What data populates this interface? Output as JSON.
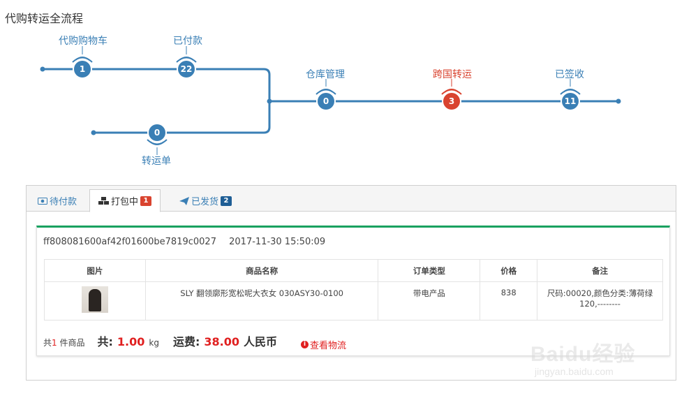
{
  "page": {
    "title": "代购转运全流程"
  },
  "flow": {
    "nodes": [
      {
        "label": "代购购物车",
        "count": "1",
        "color": "#3a7fb5"
      },
      {
        "label": "已付款",
        "count": "22",
        "color": "#3a7fb5"
      },
      {
        "label": "转运单",
        "count": "0",
        "color": "#3a7fb5"
      },
      {
        "label": "仓库管理",
        "count": "0",
        "color": "#3a7fb5"
      },
      {
        "label": "跨国转运",
        "count": "3",
        "color": "#d9432f"
      },
      {
        "label": "已签收",
        "count": "11",
        "color": "#3a7fb5"
      }
    ]
  },
  "tabs": [
    {
      "label": "待付款",
      "icon": "money-icon",
      "badge": ""
    },
    {
      "label": "打包中",
      "icon": "cubes-icon",
      "badge": "1"
    },
    {
      "label": "已发货",
      "icon": "paper-plane-icon",
      "badge": "2"
    }
  ],
  "order": {
    "id": "ff808081600af42f01600be7819c0027",
    "date": "2017-11-30 15:50:09",
    "columns": [
      "图片",
      "商品名称",
      "订单类型",
      "价格",
      "备注"
    ],
    "item": {
      "name": "SLY 翻领廓形宽松呢大衣女 030ASY30-0100",
      "type": "带电产品",
      "price": "838",
      "note": "尺码:00020,颜色分类:薄荷绿 120,--------"
    },
    "summary": {
      "prefix": "共",
      "count": "1",
      "suffix": "件商品",
      "weight_label": "共:",
      "weight_value": "1.00",
      "weight_unit": "kg",
      "fee_label": "运费:",
      "fee_value": "38.00",
      "fee_unit": "人民币",
      "logistics_link": "查看物流"
    }
  },
  "watermark": {
    "main": "Baidu经验",
    "sub": "jingyan.baidu.com"
  },
  "colors": {
    "accent_blue": "#3a7fb5",
    "accent_red": "#d9432f",
    "green_bar": "#1aa260"
  }
}
